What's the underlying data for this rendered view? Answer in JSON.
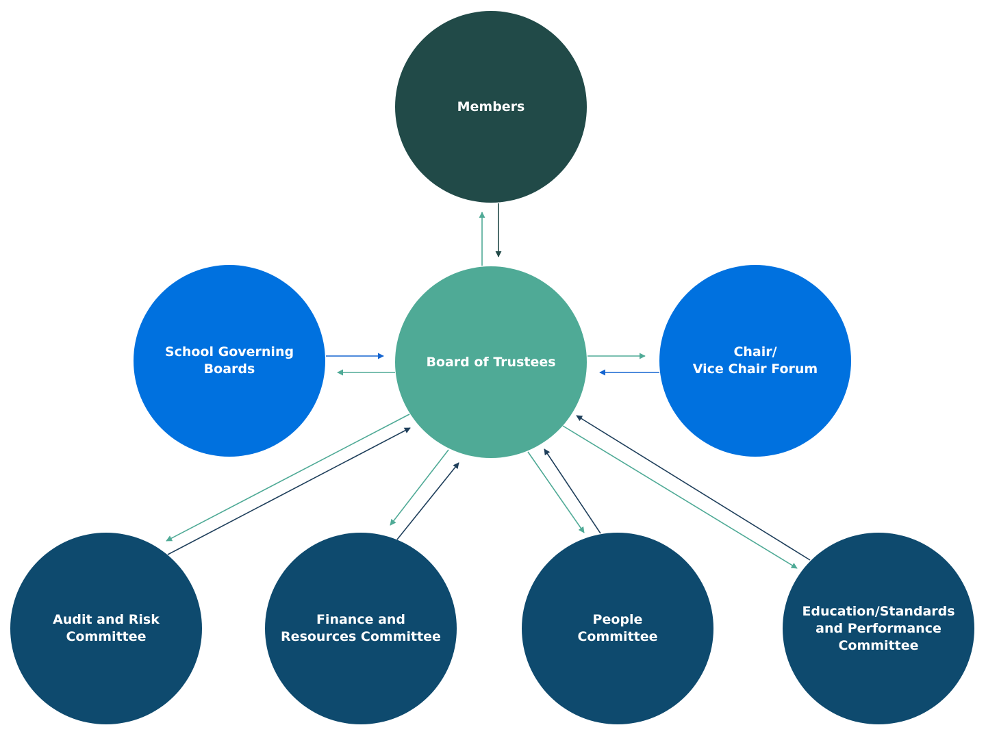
{
  "colors": {
    "members": "#214a48",
    "board": "#4faa96",
    "blue_node": "#0071df",
    "committee": "#0e4a6e",
    "arrow_teal": "#4faa96",
    "arrow_dark": "#1f3f5b",
    "arrow_blue": "#1565d0",
    "arrow_members": "#214a48"
  },
  "nodes": {
    "members": {
      "label": "Members"
    },
    "board": {
      "label": "Board of Trustees"
    },
    "school": {
      "label": "School Governing\nBoards"
    },
    "chair": {
      "label": "Chair/\nVice Chair Forum"
    },
    "audit": {
      "label": "Audit and Risk\nCommittee"
    },
    "finance": {
      "label": "Finance and\nResources Committee"
    },
    "people": {
      "label": "People\nCommittee"
    },
    "education": {
      "label": "Education/Standards\nand Performance\nCommittee"
    }
  },
  "connections": [
    {
      "from": "board",
      "to": "members",
      "color": "arrow_teal"
    },
    {
      "from": "members",
      "to": "board",
      "color": "arrow_members"
    },
    {
      "from": "school",
      "to": "board",
      "color": "arrow_blue"
    },
    {
      "from": "board",
      "to": "school",
      "color": "arrow_teal"
    },
    {
      "from": "board",
      "to": "chair",
      "color": "arrow_teal"
    },
    {
      "from": "chair",
      "to": "board",
      "color": "arrow_blue"
    },
    {
      "from": "board",
      "to": "audit",
      "color": "arrow_teal"
    },
    {
      "from": "audit",
      "to": "board",
      "color": "arrow_dark"
    },
    {
      "from": "board",
      "to": "finance",
      "color": "arrow_teal"
    },
    {
      "from": "finance",
      "to": "board",
      "color": "arrow_dark"
    },
    {
      "from": "board",
      "to": "people",
      "color": "arrow_teal"
    },
    {
      "from": "people",
      "to": "board",
      "color": "arrow_dark"
    },
    {
      "from": "board",
      "to": "education",
      "color": "arrow_teal"
    },
    {
      "from": "education",
      "to": "board",
      "color": "arrow_dark"
    }
  ]
}
